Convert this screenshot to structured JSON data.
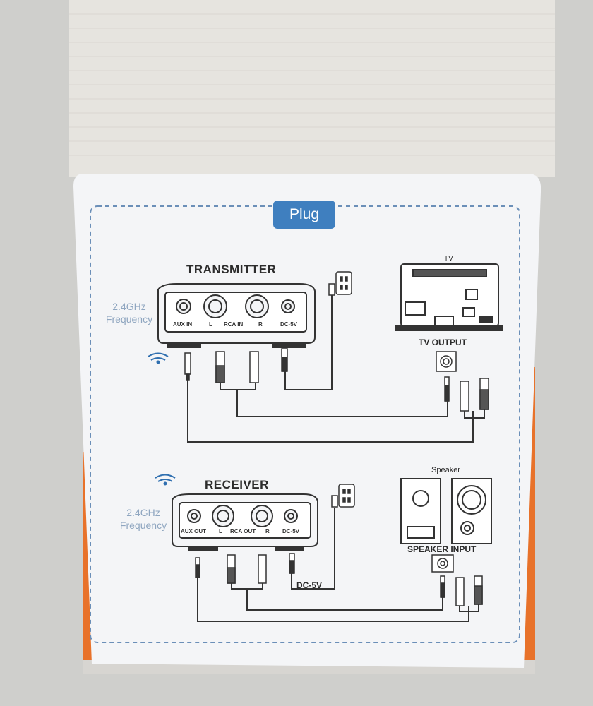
{
  "card": {
    "badge": "Plug",
    "transmitter": {
      "title": "TRANSMITTER",
      "freq_line1": "2.4GHz",
      "freq_line2": "Frequency",
      "port_aux": "AUX IN",
      "port_rca": "RCA IN",
      "port_dc": "DC-5V",
      "left_mark": "L",
      "right_mark": "R"
    },
    "tv": {
      "label": "TV",
      "output_label": "TV  OUTPUT"
    },
    "receiver": {
      "title": "RECEIVER",
      "freq_line1": "2.4GHz",
      "freq_line2": "Frequency",
      "port_aux": "AUX OUT",
      "port_rca": "RCA OUT",
      "port_dc": "DC-5V",
      "cable_label": "DC-5V",
      "left_mark": "L",
      "right_mark": "R"
    },
    "speaker": {
      "label": "Speaker",
      "input_label": "SPEAKER INPUT"
    }
  },
  "colors": {
    "background_wall": "#cfcfcc",
    "cardboard_lid": "#e6e4df",
    "card": "#f4f5f7",
    "dashed_border": "#6b8fb8",
    "badge": "#3f7fbf",
    "orange_box": "#e8722a",
    "line_art": "#333333"
  }
}
